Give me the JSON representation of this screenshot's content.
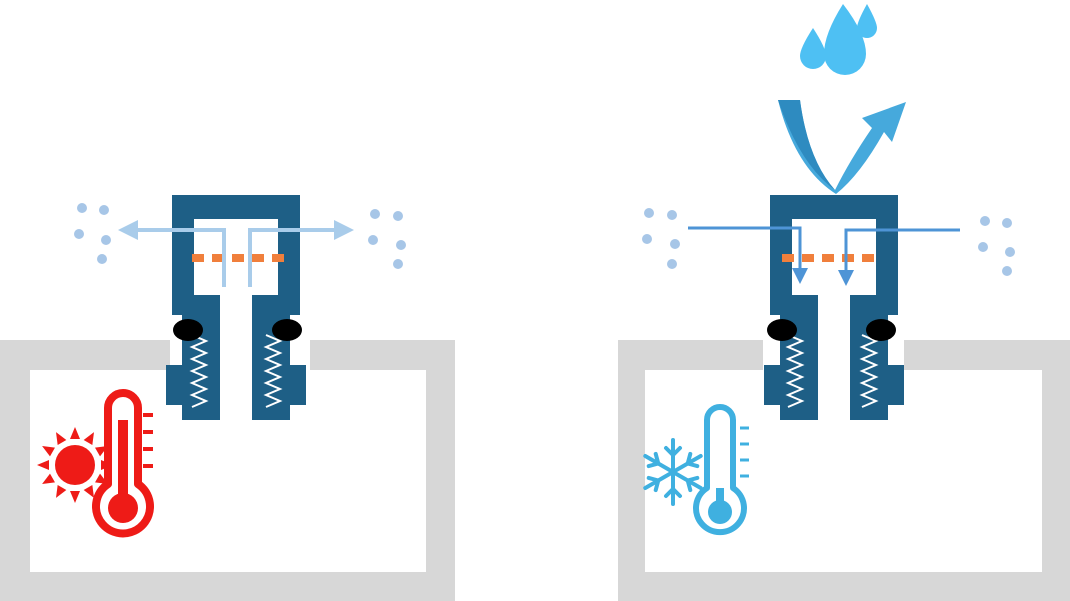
{
  "colors": {
    "valve": "#1e5f86",
    "enclosure": "#d7d7d7",
    "membrane": "#f07f3c",
    "seal": "#000000",
    "air_flow": "#a9ccea",
    "inflow_arrow": "#4e94d6",
    "droplet": "#4ec0f3",
    "vapor_arrow": "#46a9dc",
    "hot": "#ee1b17",
    "cold": "#3fb0e0",
    "particle": "#a7c6e7"
  },
  "panels": [
    {
      "state": "warm",
      "airflow": "outward",
      "thermometer_icon": "thermometer-hot-icon",
      "weather_icon": "sun-icon"
    },
    {
      "state": "cold",
      "airflow": "inward",
      "thermometer_icon": "thermometer-cold-icon",
      "weather_icon": "snowflake-icon",
      "extra_icons": [
        "water-drops-icon",
        "curved-arrow-up-icon"
      ]
    }
  ]
}
